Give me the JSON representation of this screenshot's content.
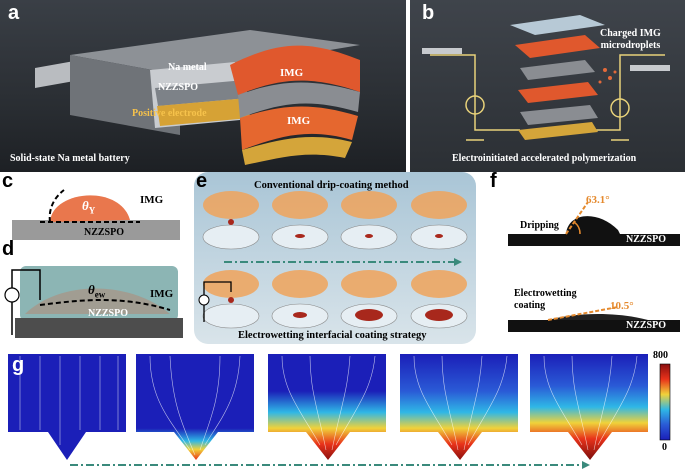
{
  "panel_a": {
    "letter": "a",
    "labels": {
      "na_metal": "Na metal",
      "img_top": "IMG",
      "nzzspo": "NZZSPO",
      "positive_electrode": "Positive electrode",
      "img_bottom": "IMG"
    },
    "caption": "Solid-state Na metal battery"
  },
  "panel_b": {
    "letter": "b",
    "label_line1": "Charged IMG",
    "label_line2": "microdroplets",
    "caption": "Electroinitiated accelerated polymerization"
  },
  "panel_c": {
    "letter": "c",
    "angle_symbol": "θ",
    "angle_subscript": "Y",
    "img": "IMG",
    "substrate": "NZZSPO"
  },
  "panel_d": {
    "letter": "d",
    "angle_symbol": "θ",
    "angle_subscript": "ew",
    "img": "IMG",
    "substrate": "NZZSPO"
  },
  "panel_e": {
    "letter": "e",
    "top_title": "Conventional drip-coating method",
    "bottom_title": "Electrowetting interfacial coating strategy"
  },
  "panel_f": {
    "letter": "f",
    "top_label": "Dripping",
    "top_angle": "63.1°",
    "top_substrate": "NZZSPO",
    "bottom_label_line1": "Electrowetting",
    "bottom_label_line2": "coating",
    "bottom_angle": "10.5°",
    "bottom_substrate": "NZZSPO"
  },
  "panel_g": {
    "letter": "g",
    "colorbar_max": "800",
    "colorbar_min": "0"
  }
}
